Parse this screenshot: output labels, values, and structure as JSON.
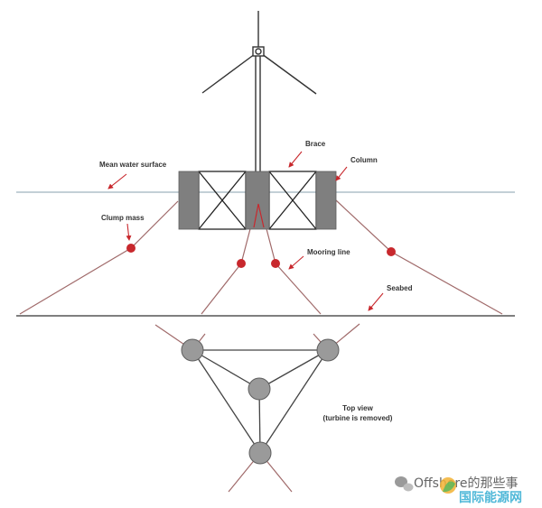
{
  "labels": {
    "mean_water_surface": "Mean water surface",
    "brace": "Brace",
    "column": "Column",
    "clump_mass": "Clump mass",
    "mooring_line": "Mooring line",
    "seabed": "Seabed",
    "top_view_line1": "Top view",
    "top_view_line2": "(turbine is removed)"
  },
  "watermark": {
    "text": "Offshore的那些事",
    "brand": "国际能源网"
  },
  "colors": {
    "water_line": "#9fb3bd",
    "seabed_line": "#555555",
    "column": "#7f7f7f",
    "mooring": "#a06a6a",
    "clump": "#c8282d",
    "arrow": "#c8282d",
    "node": "#9a9a9a"
  }
}
